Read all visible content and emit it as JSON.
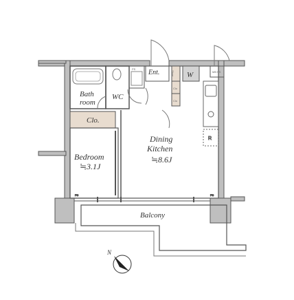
{
  "rooms": {
    "entrance": "Ent.",
    "bath_line1": "Bath",
    "bath_line2": "room",
    "wc": "WC",
    "closet": "Clo.",
    "closet_small_1": "Clo",
    "closet_small_2": "Clo",
    "shoe": "Shoe",
    "w": "W",
    "bedroom": "Bedroom",
    "bedroom_size": "≒3.1J",
    "dining_line1": "Dining",
    "dining_line2": "Kitchen",
    "dining_size": "≒8.6J",
    "refrigerator": "R",
    "balcony": "Balcony"
  },
  "shafts": {
    "ps1": "PS",
    "ps2": "MB PS",
    "fs1": "FS",
    "fs2": "FS"
  },
  "compass": {
    "label": "N"
  },
  "colors": {
    "wall_fill": "#bfbfbf",
    "closet_fill": "#e8dccf",
    "line": "#555555"
  }
}
